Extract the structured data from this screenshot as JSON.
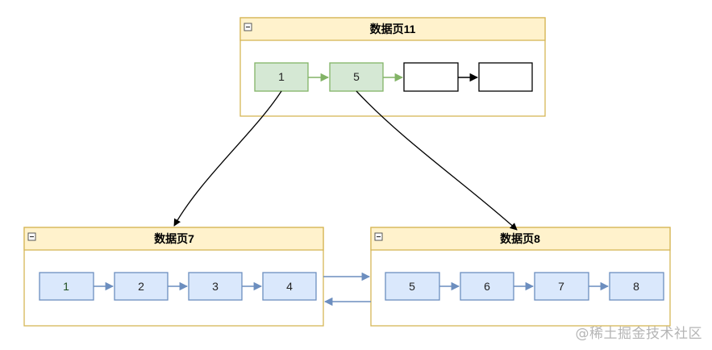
{
  "pages": [
    {
      "id": "page11",
      "title": "数据页11",
      "records": [
        {
          "label": "1",
          "style": "green"
        },
        {
          "label": "5",
          "style": "green"
        },
        {
          "label": "",
          "style": "white"
        },
        {
          "label": "",
          "style": "white"
        }
      ]
    },
    {
      "id": "page7",
      "title": "数据页7",
      "records": [
        {
          "label": "1",
          "style": "blue-darktext"
        },
        {
          "label": "2",
          "style": "blue"
        },
        {
          "label": "3",
          "style": "blue"
        },
        {
          "label": "4",
          "style": "blue"
        }
      ]
    },
    {
      "id": "page8",
      "title": "数据页8",
      "records": [
        {
          "label": "5",
          "style": "blue"
        },
        {
          "label": "6",
          "style": "blue"
        },
        {
          "label": "7",
          "style": "blue"
        },
        {
          "label": "8",
          "style": "blue"
        }
      ]
    }
  ],
  "colors": {
    "header_fill": "#fff2cc",
    "header_stroke": "#d6b656",
    "green_fill": "#d5e8d4",
    "green_stroke": "#82b366",
    "blue_fill": "#dae8fc",
    "blue_stroke": "#6c8ebf",
    "edge_black": "#000000",
    "edge_blue": "#6c8ebf",
    "edge_green": "#82b366"
  },
  "icons": {
    "collapse": "collapse-minus-icon"
  },
  "watermark": "@稀土掘金技术社区"
}
